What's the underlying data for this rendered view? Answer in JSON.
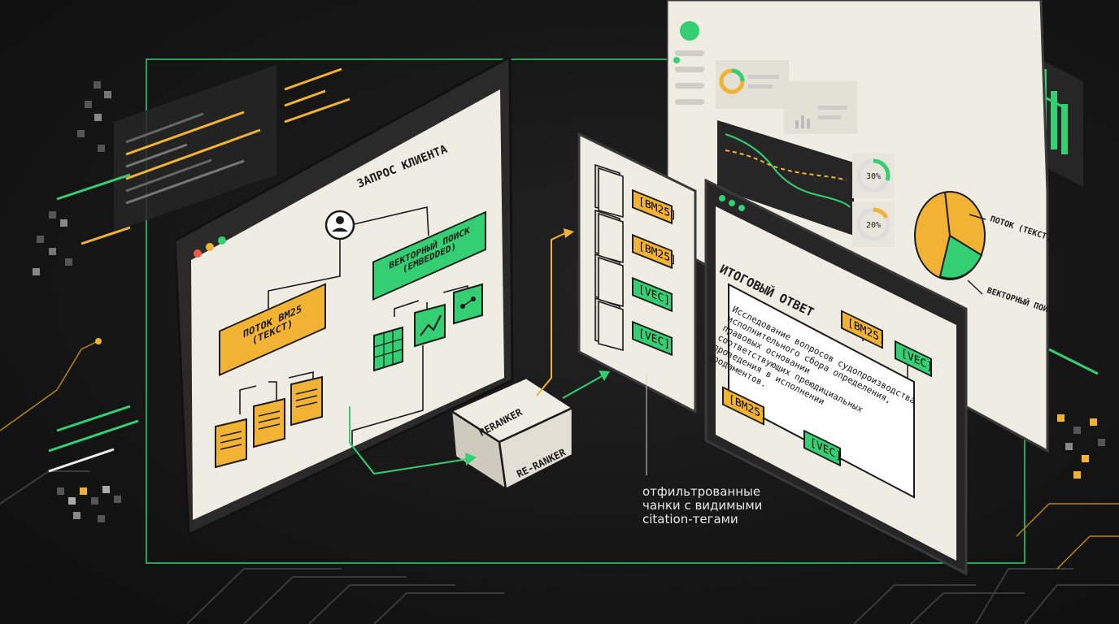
{
  "left_panel": {
    "title": "ЗАПРОС КЛИЕНТА",
    "bm25_node": "ПОТОК BM25 (ТЕКСТ)",
    "vector_node": "ВЕКТОРНЫЙ ПОИСК (EMBEDDED)"
  },
  "reranker": {
    "top_label": "RERANKER",
    "side_label": "RE-RANKER"
  },
  "chunk_tags": [
    "[BM25]",
    "[BM25]",
    "[VEC]",
    "[VEC]"
  ],
  "chunks_note": [
    "отфильтрованные",
    "чанки с видимыми",
    "citation-тегами"
  ],
  "dashboard": {
    "gauge_1": "30%",
    "gauge_2": "20%",
    "pie_labels": [
      "ПОТОК (ТЕКСТ)",
      "ВЕКТОРНЫЙ ПОИСК (EMBEDDED)"
    ]
  },
  "answer_panel": {
    "title": "ИТОГОВЫЙ ОТВЕТ",
    "text_lines": [
      "Исследование вопросов судопроизводства",
      "исполнительного сбора определения,",
      "правовых основании",
      "соответствующих преюдициальных",
      "проведения в исполнении",
      "продаментов."
    ],
    "tags": [
      "[BM25]",
      "[VEC]",
      "[BM25]",
      "[VEC]"
    ]
  },
  "colors": {
    "green": "#35cf73",
    "yellow": "#f2b233",
    "paper": "#efece3",
    "dark": "#1b1b1b"
  }
}
